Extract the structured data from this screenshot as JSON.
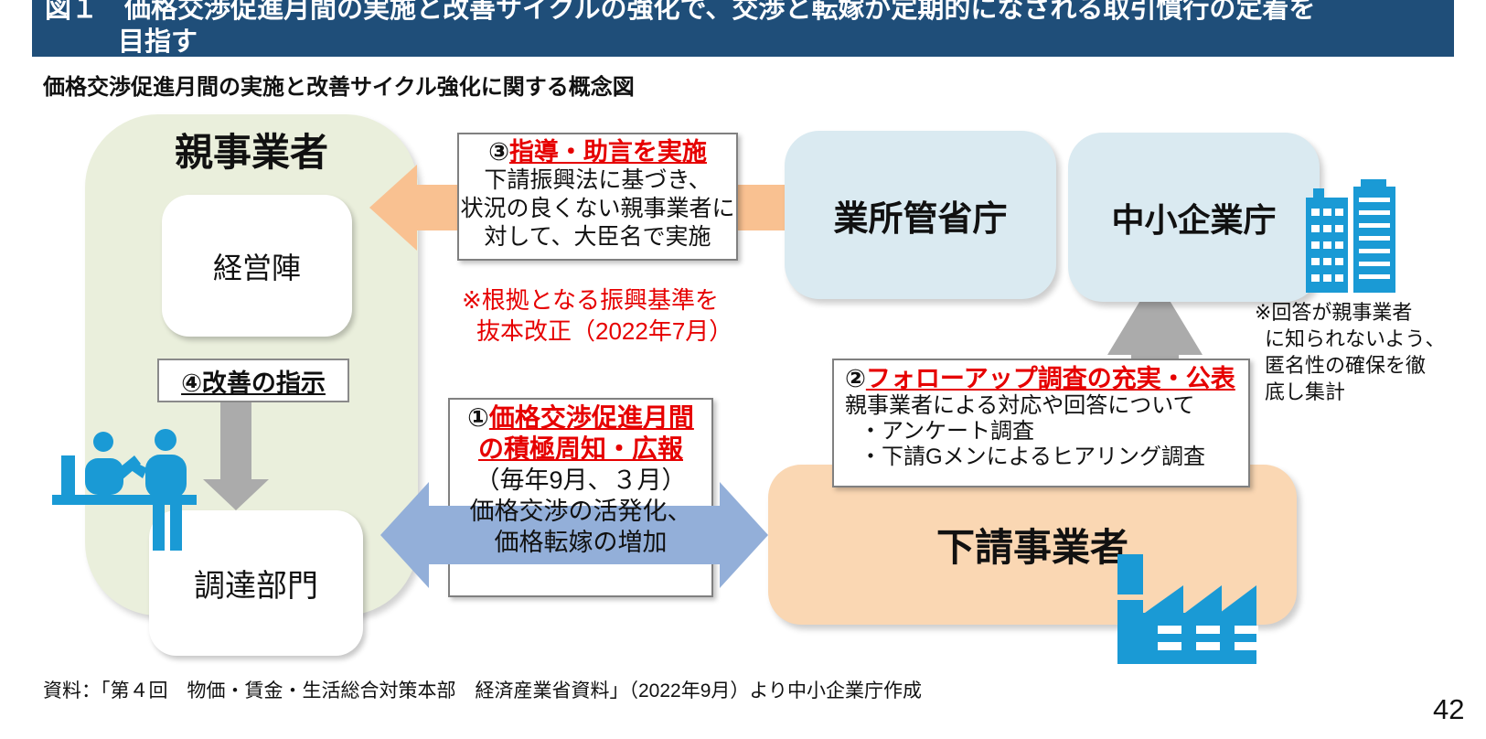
{
  "title_bar": {
    "line1": "図１　価格交渉促進月間の実施と改善サイクルの強化で、交渉と転嫁が定期的になされる取引慣行の定着を",
    "line2": "目指す"
  },
  "subtitle": "価格交渉促進月間の実施と改善サイクル強化に関する概念図",
  "parent_company": {
    "title": "親事業者",
    "management": "経営陣",
    "improvement_instruction": "④改善の指示",
    "procurement": "調達部門"
  },
  "guidance_box": {
    "number": "③",
    "title": "指導・助言を実施",
    "lines": [
      "下請振興法に基づき、",
      "状況の良くない親事業者に",
      "対して、大臣名で実施"
    ]
  },
  "red_note": {
    "line1": "※根拠となる振興基準を",
    "line2": "抜本改正（2022年7月）"
  },
  "ministries": {
    "jurisdiction": "業所管省庁",
    "sme_agency": "中小企業庁"
  },
  "followup_box": {
    "number": "②",
    "title": "フォローアップ調査の充実・公表",
    "lines": [
      "親事業者による対応や回答について",
      "・アンケート調査",
      "・下請Gメンによるヒアリング調査"
    ]
  },
  "anonymity_note": {
    "line1": "※回答が親事業者",
    "line2": "に知られないよう、",
    "line3": "匿名性の確保を徹",
    "line4": "底し集計"
  },
  "promotion_box": {
    "number": "①",
    "title_line1": "価格交渉促進月間",
    "title_line2": "の積極周知・広報",
    "lines": [
      "（毎年9月、３月）",
      "価格交渉の活発化、",
      "価格転嫁の増加"
    ]
  },
  "subcontractor": {
    "title": "下請事業者"
  },
  "source": "資料：「第４回　物価・賃金・生活総合対策本部　経済産業省資料」（2022年9月）より中小企業庁作成",
  "page_number": "42",
  "colors": {
    "title_bar_bg": "#1F4E79",
    "parent_container_green": "#EAEFDC",
    "ministry_blue": "#DAEAF1",
    "subcontractor_orange": "#FAD7B3",
    "orange_arrow": "#F9C191",
    "blue_arrow": "#93AFD9",
    "gray_arrow": "#ABABAB",
    "icon_blue": "#1A9AD5",
    "accent_red": "#E60000"
  }
}
